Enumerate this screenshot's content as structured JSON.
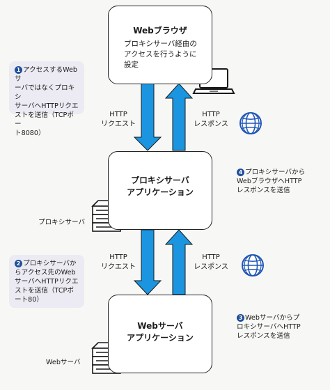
{
  "browser_box": {
    "title": "Webブラウザ",
    "lines": [
      "プロキシサーバ経由の",
      "アクセスを行うように",
      "設定"
    ]
  },
  "proxy_box": {
    "lines": [
      "プロキシサーバ",
      "アプリケーション"
    ]
  },
  "web_box": {
    "lines": [
      "Webサーバ",
      "アプリケーション"
    ]
  },
  "arrows": {
    "top_request": [
      "HTTP",
      "リクエスト"
    ],
    "top_response": [
      "HTTP",
      "レスポンス"
    ],
    "bottom_request": [
      "HTTP",
      "リクエスト"
    ],
    "bottom_response": [
      "HTTP",
      "レスポンス"
    ]
  },
  "notes": {
    "n1": {
      "num": "1",
      "lines": [
        "アクセスするWebサ",
        "ーバではなくプロキシ",
        "サーバへHTTPリクエ",
        "ストを送信（TCPポー",
        "ト8080）"
      ]
    },
    "n2": {
      "num": "2",
      "lines": [
        "プロキシサーバか",
        "らアクセス先のWeb",
        "サーバへHTTPリクエ",
        "ストを送信（TCPポ",
        "ート80）"
      ]
    },
    "n3": {
      "num": "3",
      "lines": [
        "Webサーバからプ",
        "ロキシサーバへHTTP",
        "レスポンスを送信"
      ]
    },
    "n4": {
      "num": "4",
      "lines": [
        "プロキシサーバから",
        "WebブラウザへHTTP",
        "レスポンスを送信"
      ]
    }
  },
  "server_labels": {
    "proxy": "プロキシサーバ",
    "web": "Webサーバ"
  },
  "colors": {
    "arrow": "#1b95e0",
    "note_bg": "#ecebf3",
    "badge": "#1f4f9a",
    "globe": "#1f57b6"
  },
  "icons": [
    "laptop-icon",
    "globe-icon",
    "server-icon"
  ]
}
